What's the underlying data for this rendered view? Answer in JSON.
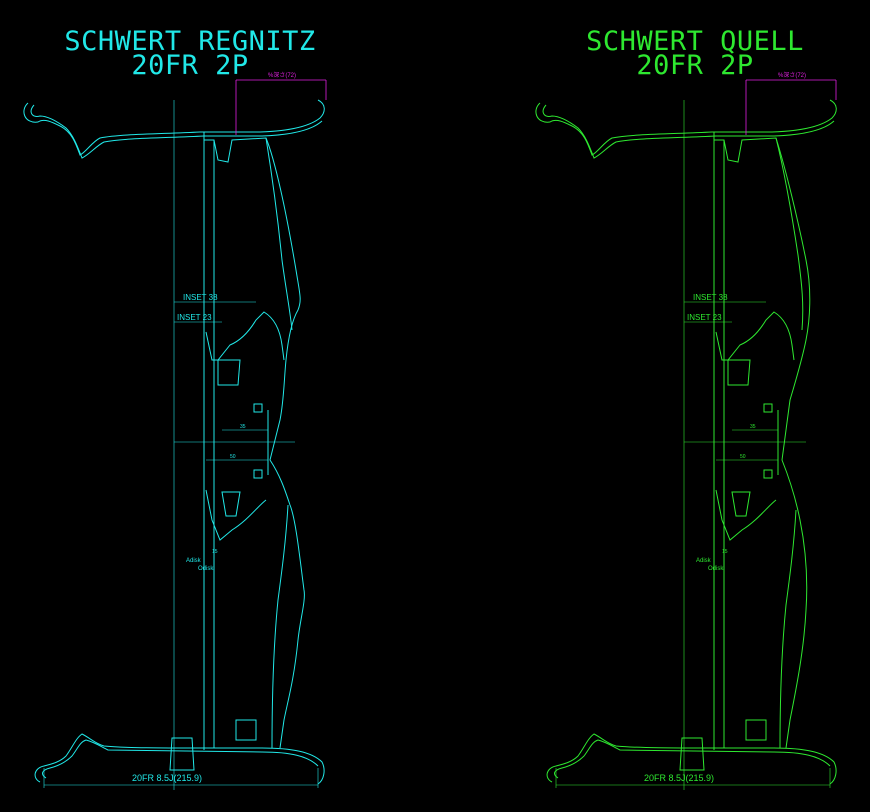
{
  "drawings": [
    {
      "id": "left",
      "title_line1": "SCHWERT REGNITZ",
      "title_line2": "20FR 2P",
      "color": "#21e8e8",
      "lip_label": "%深さ(72)",
      "inset1": "INSET 38",
      "inset2": "INSET 23",
      "dim_a": "35",
      "dim_b": "50",
      "adisk": "Adisk",
      "odisk": "Odisk",
      "small_num": "15",
      "size_label": "20FR 8.5J(215.9)"
    },
    {
      "id": "right",
      "title_line1": "SCHWERT QUELL",
      "title_line2": "20FR 2P",
      "color": "#2ee830",
      "lip_label": "%深さ(72)",
      "inset1": "INSET 38",
      "inset2": "INSET 23",
      "dim_a": "35",
      "dim_b": "50",
      "adisk": "Adisk",
      "odisk": "Odisk",
      "small_num": "15",
      "size_label": "20FR 8.5J(215.9)"
    }
  ],
  "colors": {
    "lip_dim": "#e020e0",
    "background": "#000000"
  }
}
